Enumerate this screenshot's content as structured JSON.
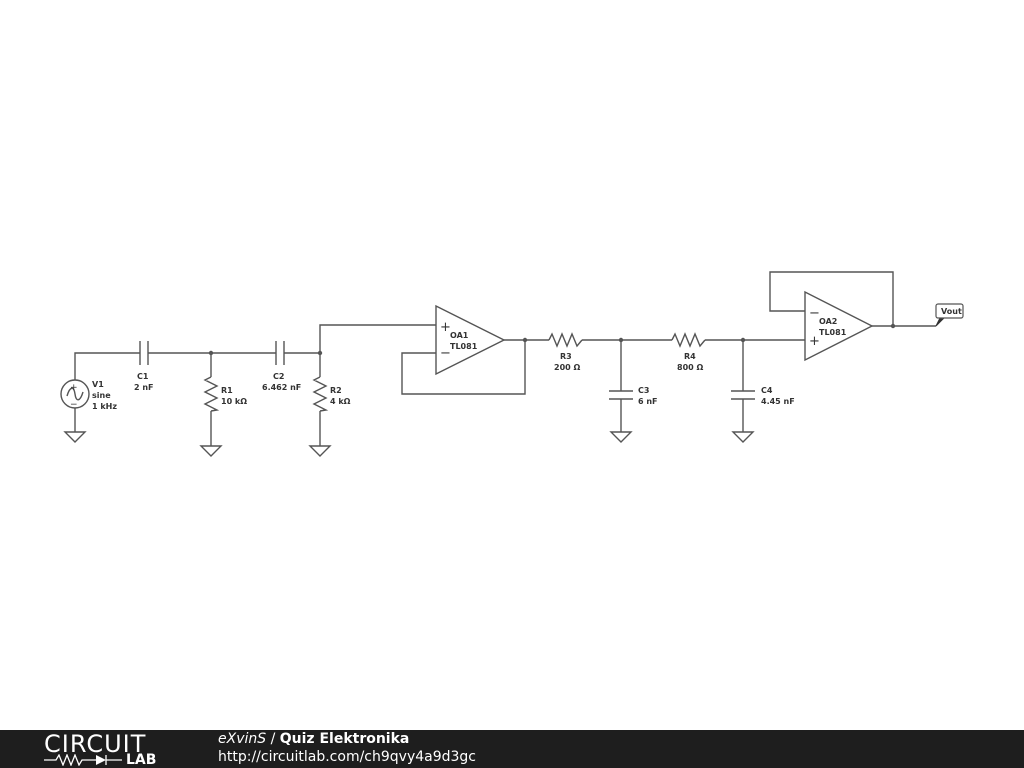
{
  "components": {
    "v1": {
      "name": "V1",
      "type": "sine",
      "value": "1 kHz"
    },
    "c1": {
      "name": "C1",
      "value": "2 nF"
    },
    "r1": {
      "name": "R1",
      "value": "10 kΩ"
    },
    "c2": {
      "name": "C2",
      "value": "6.462 nF"
    },
    "r2": {
      "name": "R2",
      "value": "4 kΩ"
    },
    "oa1": {
      "name": "OA1",
      "value": "TL081"
    },
    "r3": {
      "name": "R3",
      "value": "200 Ω"
    },
    "c3": {
      "name": "C3",
      "value": "6 nF"
    },
    "r4": {
      "name": "R4",
      "value": "800 Ω"
    },
    "c4": {
      "name": "C4",
      "value": "4.45 nF"
    },
    "oa2": {
      "name": "OA2",
      "value": "TL081"
    }
  },
  "output_label": "Vout",
  "footer": {
    "logo_top": "CIRCUIT",
    "logo_bottom": "LAB",
    "author": "eXvinS",
    "separator": " / ",
    "title": "Quiz Elektronika",
    "url": "http://circuitlab.com/ch9qvy4a9d3gc"
  },
  "colors": {
    "wire": "#555555",
    "footer_bg": "#1e1e1e",
    "footer_text": "#ffffff"
  }
}
